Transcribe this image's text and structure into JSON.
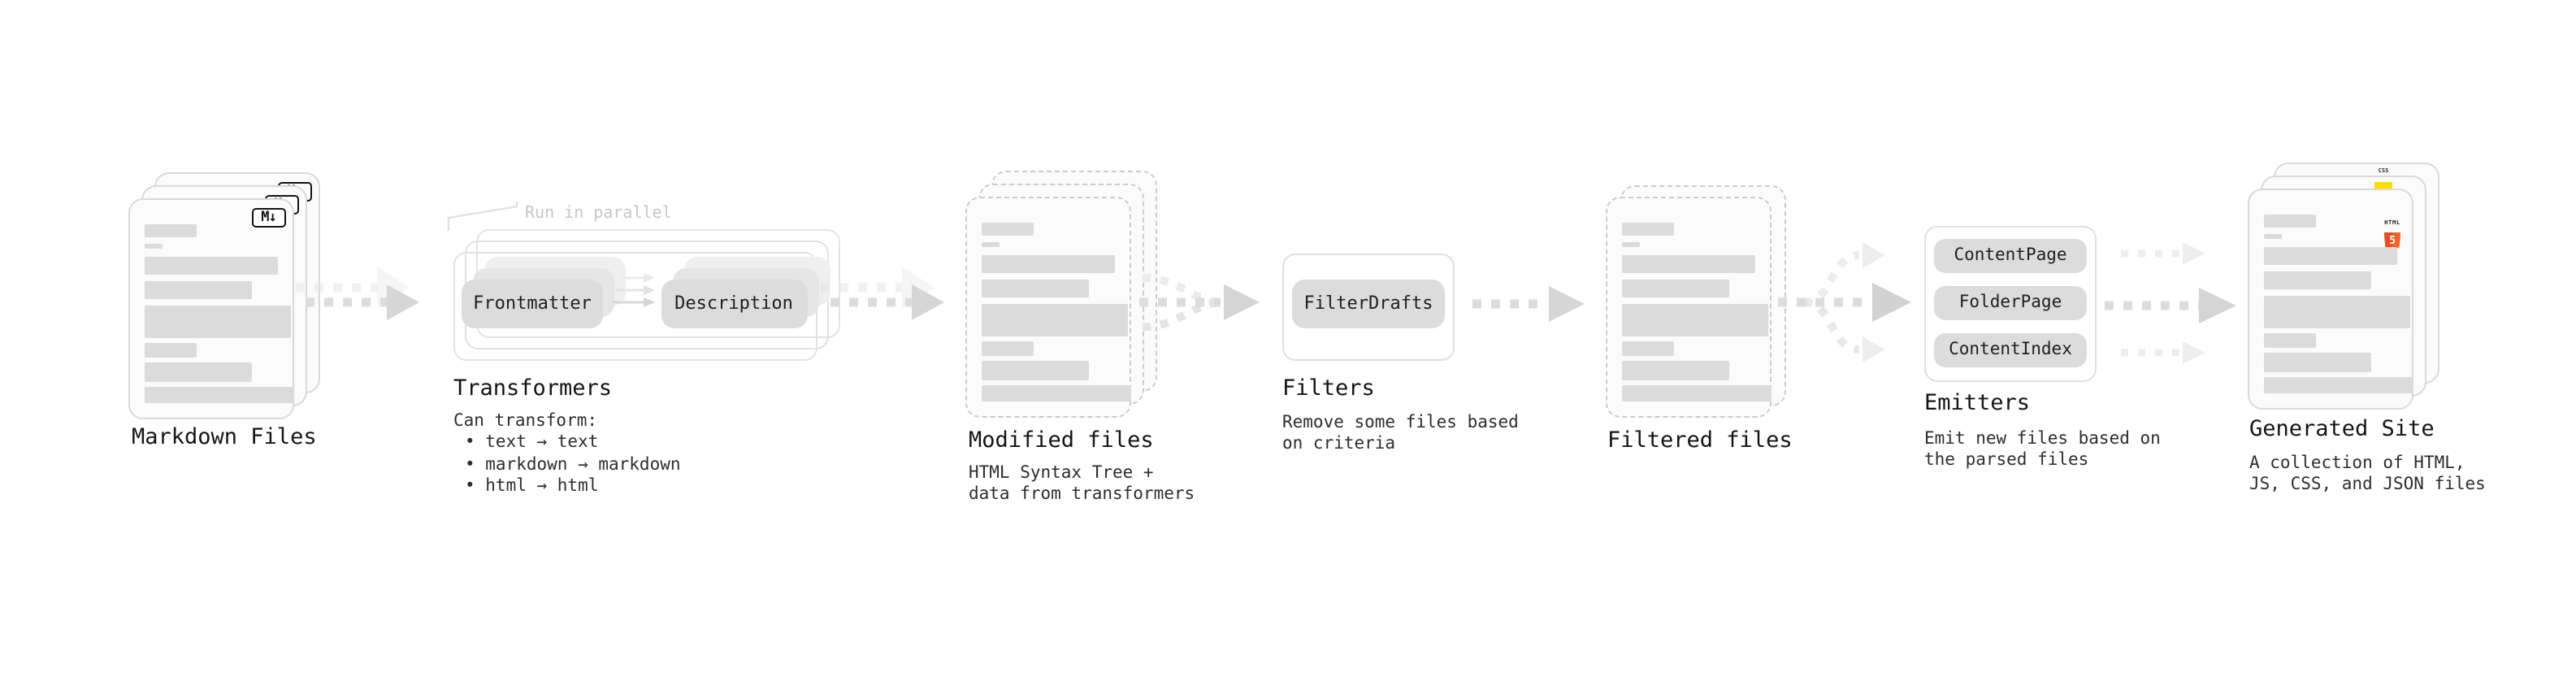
{
  "markdown": {
    "badge": "M↓",
    "label": "Markdown Files"
  },
  "transformers": {
    "parallel_note": "Run in parallel",
    "frontmatter_pill": "Frontmatter",
    "description_pill": "Description",
    "heading": "Transformers",
    "note_title": "Can transform:",
    "bullet_text": "• text → text",
    "bullet_markdown": "• markdown → markdown",
    "bullet_html": "• html → html"
  },
  "modified": {
    "heading": "Modified files",
    "desc_line1": "HTML Syntax Tree +",
    "desc_line2": "data from transformers"
  },
  "filters": {
    "filter_pill": "FilterDrafts",
    "heading": "Filters",
    "desc_line1": "Remove some files based",
    "desc_line2": "on criteria"
  },
  "filtered": {
    "heading": "Filtered files"
  },
  "emitters": {
    "pill_content_page": "ContentPage",
    "pill_folder_page": "FolderPage",
    "pill_content_index": "ContentIndex",
    "heading": "Emitters",
    "desc_line1": "Emit new files based on",
    "desc_line2": "the parsed files"
  },
  "generated": {
    "heading": "Generated Site",
    "desc_line1": "A collection of HTML,",
    "desc_line2": "JS, CSS, and JSON files",
    "css_badge": "CSS",
    "html5_label": "HTML",
    "html5_number": "5"
  },
  "colors": {
    "html5_orange": "#e44d26",
    "js_yellow": "#ffdd00",
    "css_blue": "#2f6df6",
    "arrow_gray": "#d6d6d6",
    "pill_gray": "#dcdcdc"
  }
}
